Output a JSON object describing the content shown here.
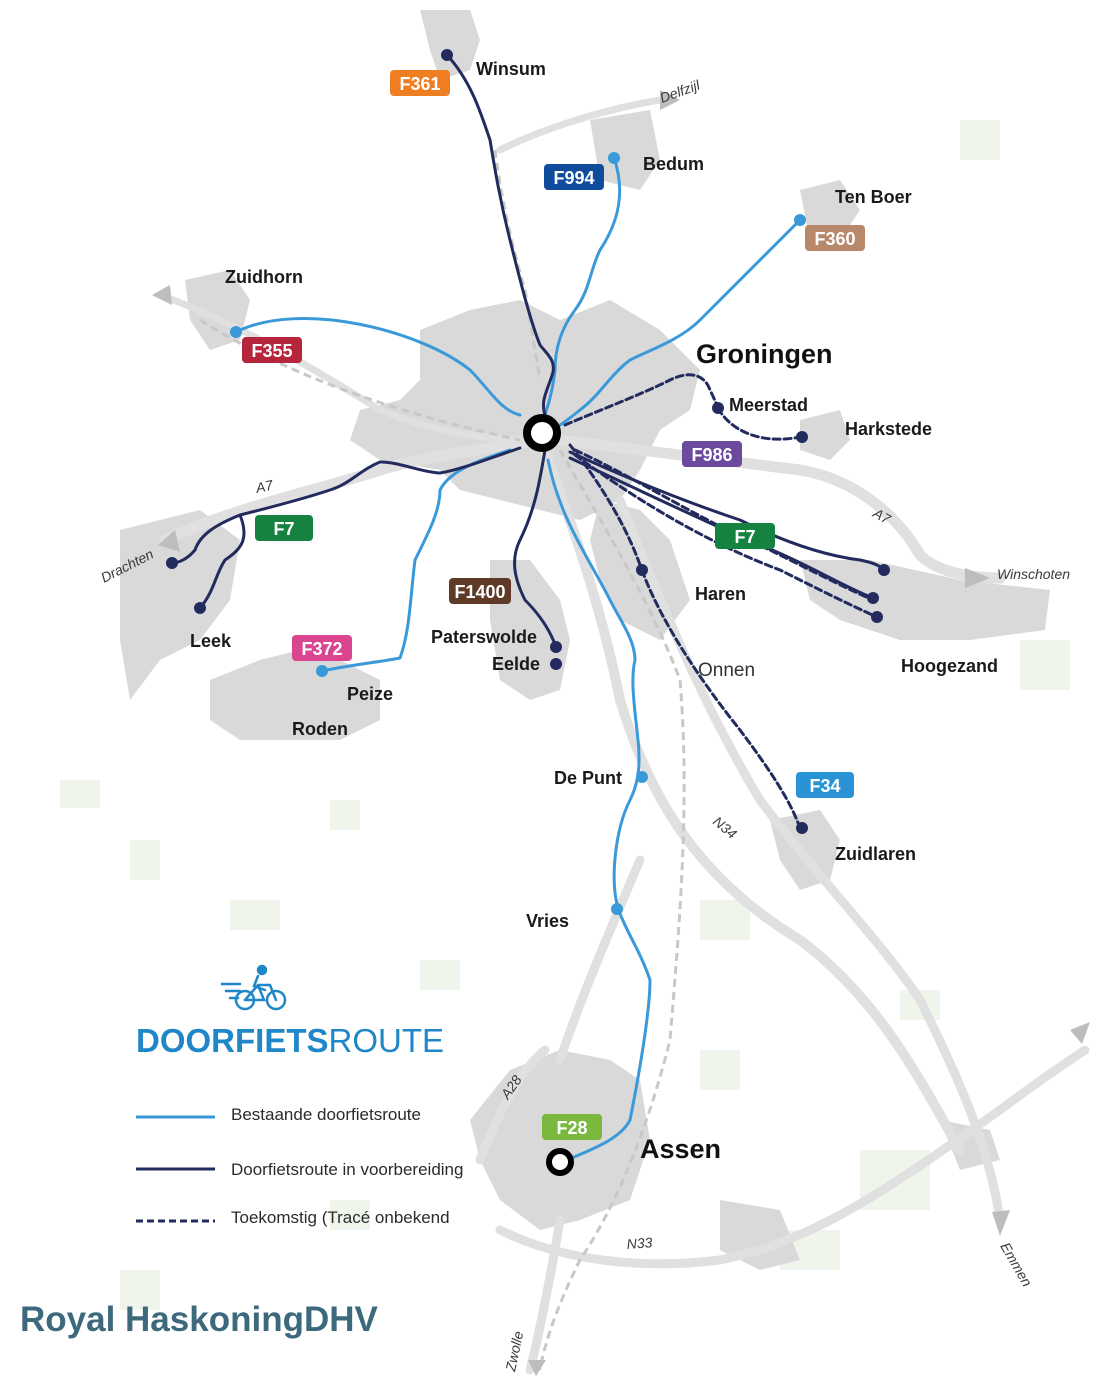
{
  "places": {
    "groningen": "Groningen",
    "assen": "Assen",
    "winsum": "Winsum",
    "bedum": "Bedum",
    "ten_boer": "Ten Boer",
    "zuidhorn": "Zuidhorn",
    "meerstad": "Meerstad",
    "harkstede": "Harkstede",
    "haren": "Haren",
    "hoogezand": "Hoogezand",
    "leek": "Leek",
    "paterswolde": "Paterswolde",
    "eelde": "Eelde",
    "peize": "Peize",
    "roden": "Roden",
    "onnen": "Onnen",
    "de_punt": "De Punt",
    "zuidlaren": "Zuidlaren",
    "vries": "Vries"
  },
  "roads": {
    "a7_west": "A7",
    "a7_east": "A7",
    "n34": "N34",
    "a28": "A28",
    "n33": "N33",
    "delfzijl": "Delfzijl",
    "drachten": "Drachten",
    "winschoten": "Winschoten",
    "zwolle": "Zwolle",
    "emmen": "Emmen"
  },
  "routes": [
    {
      "id": "F361",
      "color": "#ef7d22"
    },
    {
      "id": "F994",
      "color": "#0f4c9c"
    },
    {
      "id": "F360",
      "color": "#b7896a"
    },
    {
      "id": "F355",
      "color": "#b5253b"
    },
    {
      "id": "F986",
      "color": "#6b4a9e"
    },
    {
      "id": "F7",
      "color": "#15833f"
    },
    {
      "id": "F7",
      "color": "#15833f"
    },
    {
      "id": "F1400",
      "color": "#5e3a27"
    },
    {
      "id": "F372",
      "color": "#d9458f"
    },
    {
      "id": "F34",
      "color": "#2a93d5"
    },
    {
      "id": "F28",
      "color": "#7ab93e"
    }
  ],
  "legend": {
    "existing": "Bestaande doorfietsroute",
    "preparing": "Doorfietsroute in voorbereiding",
    "future": "Toekomstig (Tracé onbekend"
  },
  "colors": {
    "existing_route": "#3a9ad9",
    "preparing_route": "#232b5e",
    "urban_area": "#d9d9d9",
    "brand_blue": "#1f86c8"
  },
  "brand": {
    "logo_bold": "DOORFIETS",
    "logo_thin": "ROUTE",
    "company": "Royal HaskoningDHV"
  }
}
